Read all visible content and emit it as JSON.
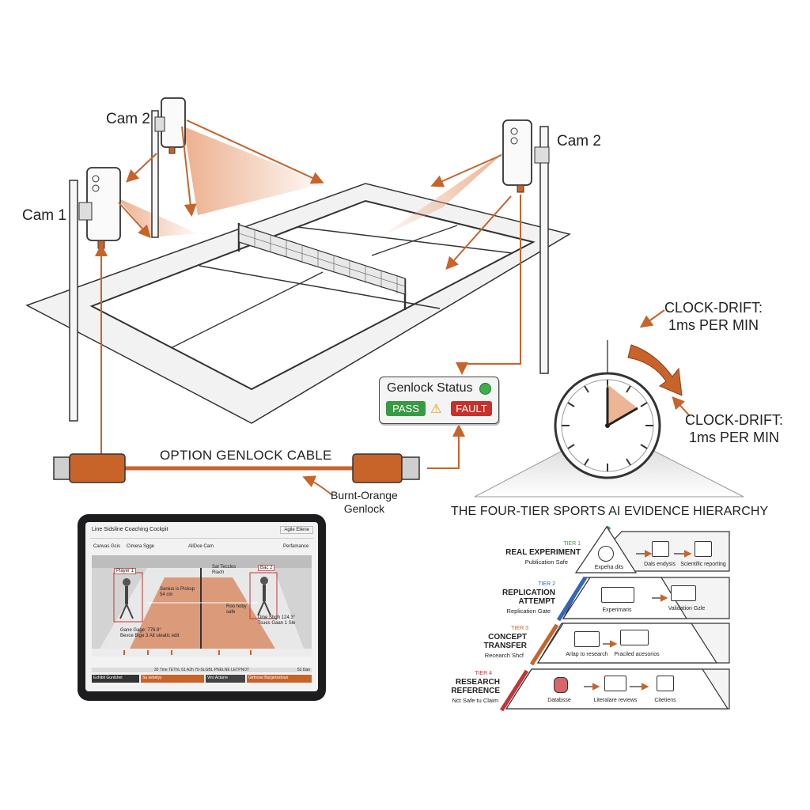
{
  "cameras": {
    "cam_left_front": "Cam 1",
    "cam_left_back": "Cam 2",
    "cam_right": "Cam 2"
  },
  "clock_drift": {
    "top": [
      "CLOCK-DRIFT:",
      "1ms PER MIN"
    ],
    "bottom": [
      "CLOCK-DRIFT:",
      "1ms PER MIN"
    ]
  },
  "genlock_status": {
    "title": "Genlock Status",
    "pass": "PASS",
    "warn": "⚠",
    "fault": "FAULT"
  },
  "cable": {
    "label": "OPTION GENLOCK CABLE",
    "color_label": [
      "Burnt-Orange",
      "Genlock"
    ]
  },
  "tablet": {
    "title": "Line Sidsline Coaching Cockpit",
    "top_right": "Agile Ellene",
    "toolbar": [
      "Canvas Gcis",
      "Cimera Sgge",
      "AllDoe Cam",
      "Perfamance"
    ],
    "players": {
      "p1_tag": "Player 1",
      "p2_tag": "Bac 2",
      "p1_note": [
        "Gane Gage: 776.9°",
        "Bevce Bige 3 Alt uteatic edit"
      ],
      "p2_note": [
        "Dine Sbgh 124.3°",
        "Tsues Gaan 1 Sle"
      ],
      "center_top": [
        "Sal Tecclos",
        "Riach"
      ],
      "center_left": [
        "Sanius is Pickup",
        "54 cm"
      ],
      "center_right": [
        "Roo hoby",
        "safe"
      ]
    },
    "timeline": "30 Tme TEThL 61 A2h 70-SLGBL PNELNE LETPNOT",
    "timeline_right": "52 Dan",
    "cells": [
      "Exhibit Guntshet",
      "Su sebelyy",
      "Viro Actarre",
      "Girtnose Bargerastoun"
    ]
  },
  "pyramid": {
    "title": "THE FOUR-TIER SPORTS AI EVIDENCE HIERARCHY",
    "tiers": [
      {
        "tier": "TIER 1",
        "name": [
          "REAL EXPERIMENT"
        ],
        "sub": "Publication Safe",
        "color": "#2e9e3e",
        "nodes": [
          "Expeha dits",
          "Dals endysis",
          "Scientific reporting"
        ]
      },
      {
        "tier": "TIER 2",
        "name": [
          "REPLICATION",
          "ATTEMPT"
        ],
        "sub": "Replication Gate",
        "color": "#3567b8",
        "nodes": [
          "Experimaris",
          "Validation Gzle"
        ]
      },
      {
        "tier": "TIER 3",
        "name": [
          "CONCEPT",
          "TRANSFER"
        ],
        "sub": "Recearch Shcf",
        "color": "#c8632a",
        "nodes": [
          "Arlap to research",
          "Praciled acesorios"
        ]
      },
      {
        "tier": "TIER 4",
        "name": [
          "RESEARCH",
          "REFERENCE"
        ],
        "sub": "Nct Safe tu Claim",
        "color": "#c0363a",
        "nodes": [
          "Databsse",
          "Literalare reviews",
          "Citetiens"
        ]
      }
    ]
  },
  "colors": {
    "accent": "#c8632a",
    "beam": "#e9a27a",
    "pass": "#3a9a44",
    "fault": "#c8312b"
  }
}
